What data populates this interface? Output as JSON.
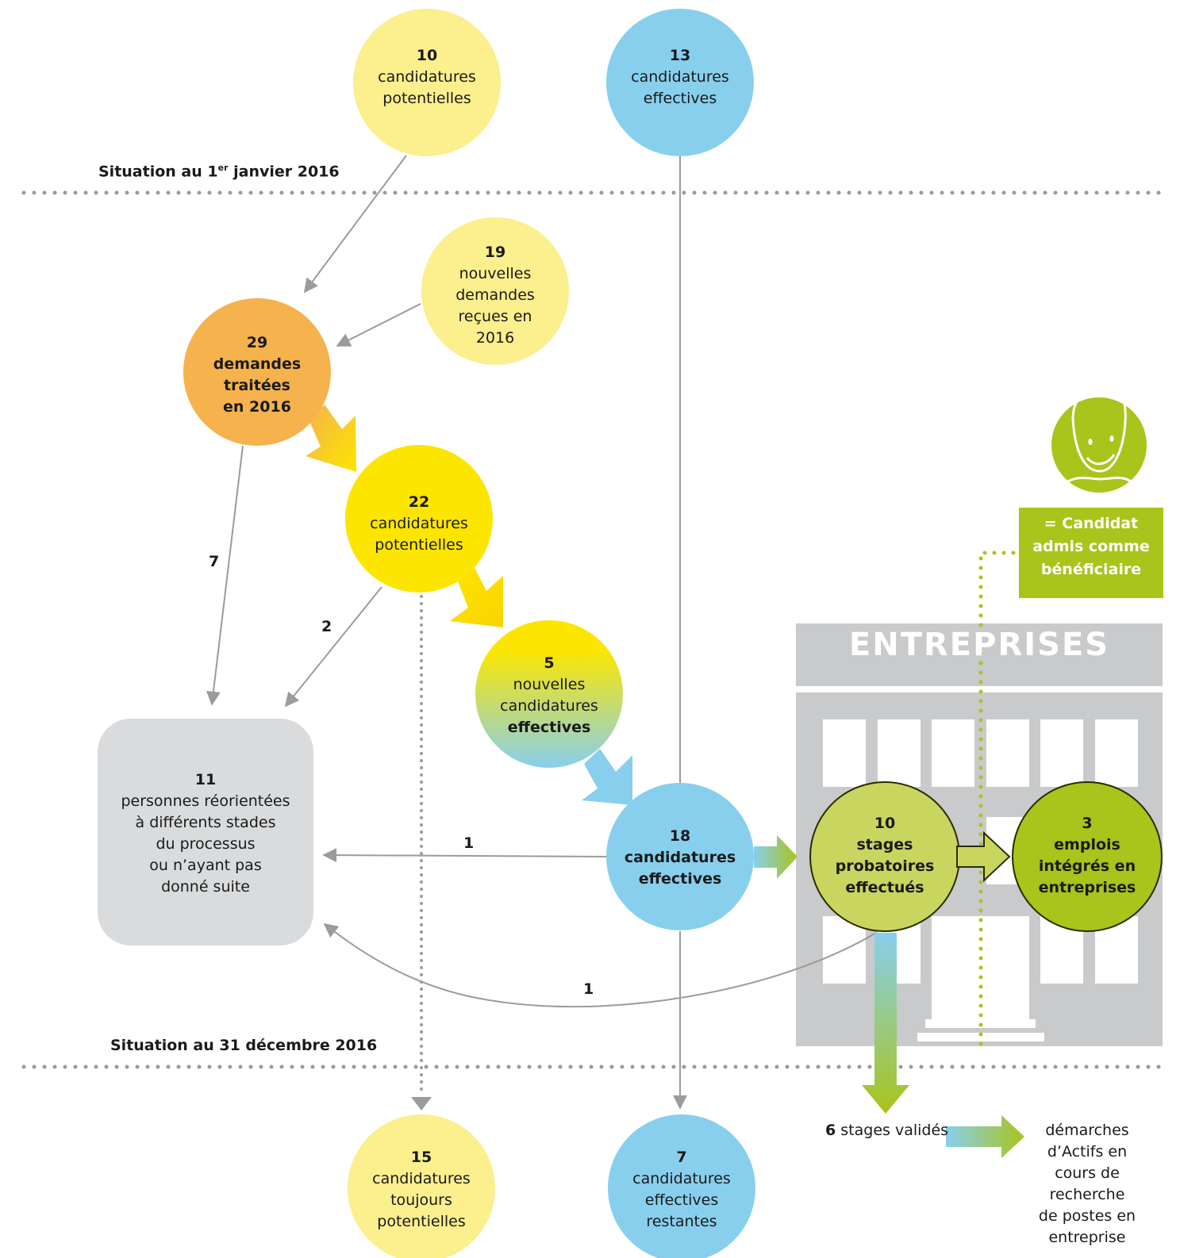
{
  "situations": {
    "start": {
      "prefix": "Situation au 1",
      "sup": "er",
      "suffix": " janvier 2016"
    },
    "end": "Situation au 31 décembre 2016"
  },
  "nodes": {
    "top_potential": {
      "num": "10",
      "lines": [
        "candidatures",
        "potentielles"
      ],
      "color": "#fbef8e"
    },
    "top_effective": {
      "num": "13",
      "lines": [
        "candidatures",
        "effectives"
      ],
      "color": "#88cfee"
    },
    "new_requests": {
      "num": "19",
      "lines": [
        "nouvelles",
        "demandes",
        "reçues en",
        "2016"
      ],
      "color": "#fbef8e"
    },
    "processed": {
      "num": "29",
      "lines": [
        "demandes",
        "traitées",
        "en 2016"
      ],
      "color": "#f5b24d"
    },
    "potential_22": {
      "num": "22",
      "lines": [
        "candidatures",
        "potentielles"
      ],
      "color": "#fce600"
    },
    "new_effective_5": {
      "num": "5",
      "lines": [
        "nouvelles",
        "candidatures"
      ],
      "bold_line": "effectives"
    },
    "reoriented": {
      "num": "11",
      "lines": [
        "personnes réorientées",
        "à différents stades",
        "du processus",
        "ou n’ayant pas",
        "donné suite"
      ],
      "color": "#d9dbdd"
    },
    "effective_18": {
      "num": "18",
      "lines": [
        "candidatures",
        "effectives"
      ],
      "color": "#88cfee"
    },
    "stages_10": {
      "num": "10",
      "lines": [
        "stages",
        "probatoires",
        "effectués"
      ],
      "color": "#c8d65f"
    },
    "jobs_3": {
      "num": "3",
      "lines": [
        "emplois",
        "intégrés en",
        "entreprises"
      ],
      "color": "#a9c41a"
    },
    "bottom_potential": {
      "num": "15",
      "lines": [
        "candidatures",
        "toujours",
        "potentielles"
      ],
      "color": "#fbef8e"
    },
    "bottom_effective": {
      "num": "7",
      "lines": [
        "candidatures",
        "effectives",
        "restantes"
      ],
      "color": "#88cfee"
    }
  },
  "flow_labels": {
    "to_reoriented_from_processed": "7",
    "to_reoriented_from_potential": "2",
    "from_effective_18": "1",
    "from_stages": "1"
  },
  "stages_validated": {
    "num": "6",
    "text": " stages validés"
  },
  "actifs_text": [
    "démarches",
    "d’Actifs en",
    "cours de",
    "recherche",
    "de postes en",
    "entreprise"
  ],
  "entreprises_label": "ENTREPRISES",
  "legend_box": [
    "= Candidat",
    "admis comme",
    "bénéficiaire"
  ],
  "colors": {
    "grey_arrow": "#9b9b9b",
    "building": "#c9cacb",
    "green": "#a9c41a",
    "blue": "#88cfee"
  }
}
